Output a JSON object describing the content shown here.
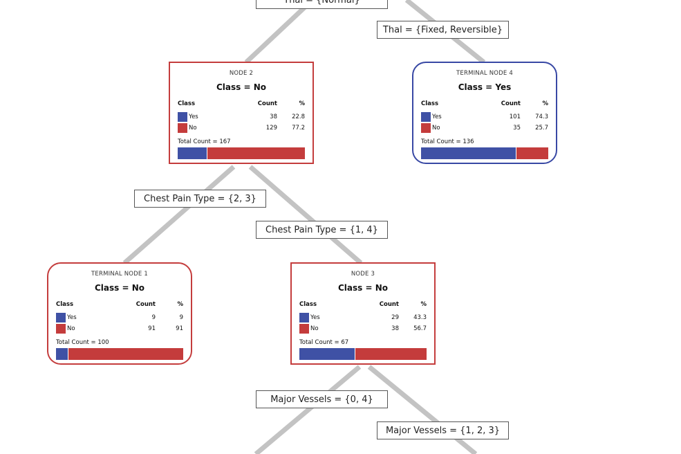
{
  "colors": {
    "yes": "#3f51a5",
    "no": "#c43c3c",
    "edge": "#c3c3c3"
  },
  "splits": {
    "thal_normal": "Thal = {Normal}",
    "thal_fixed": "Thal = {Fixed, Reversible}",
    "cp_23": "Chest Pain Type = {2, 3}",
    "cp_14": "Chest Pain Type = {1, 4}",
    "mv_04": "Major Vessels = {0, 4}",
    "mv_123": "Major Vessels = {1, 2, 3}"
  },
  "headers": {
    "class": "Class",
    "count": "Count",
    "pct": "%"
  },
  "nodes": [
    {
      "title": "NODE 2",
      "class_label": "Class = No",
      "yes_label": "Yes",
      "yes_count": "38",
      "yes_pct": "22.8",
      "no_label": "No",
      "no_count": "129",
      "no_pct": "77.2",
      "total": "Total Count = 167",
      "yes_frac": 0.228
    },
    {
      "title": "TERMINAL NODE 4",
      "class_label": "Class = Yes",
      "yes_label": "Yes",
      "yes_count": "101",
      "yes_pct": "74.3",
      "no_label": "No",
      "no_count": "35",
      "no_pct": "25.7",
      "total": "Total Count = 136",
      "yes_frac": 0.743
    },
    {
      "title": "TERMINAL NODE 1",
      "class_label": "Class = No",
      "yes_label": "Yes",
      "yes_count": "9",
      "yes_pct": "9",
      "no_label": "No",
      "no_count": "91",
      "no_pct": "91",
      "total": "Total Count = 100",
      "yes_frac": 0.09
    },
    {
      "title": "NODE 3",
      "class_label": "Class = No",
      "yes_label": "Yes",
      "yes_count": "29",
      "yes_pct": "43.3",
      "no_label": "No",
      "no_count": "38",
      "no_pct": "56.7",
      "total": "Total Count = 67",
      "yes_frac": 0.433
    }
  ]
}
